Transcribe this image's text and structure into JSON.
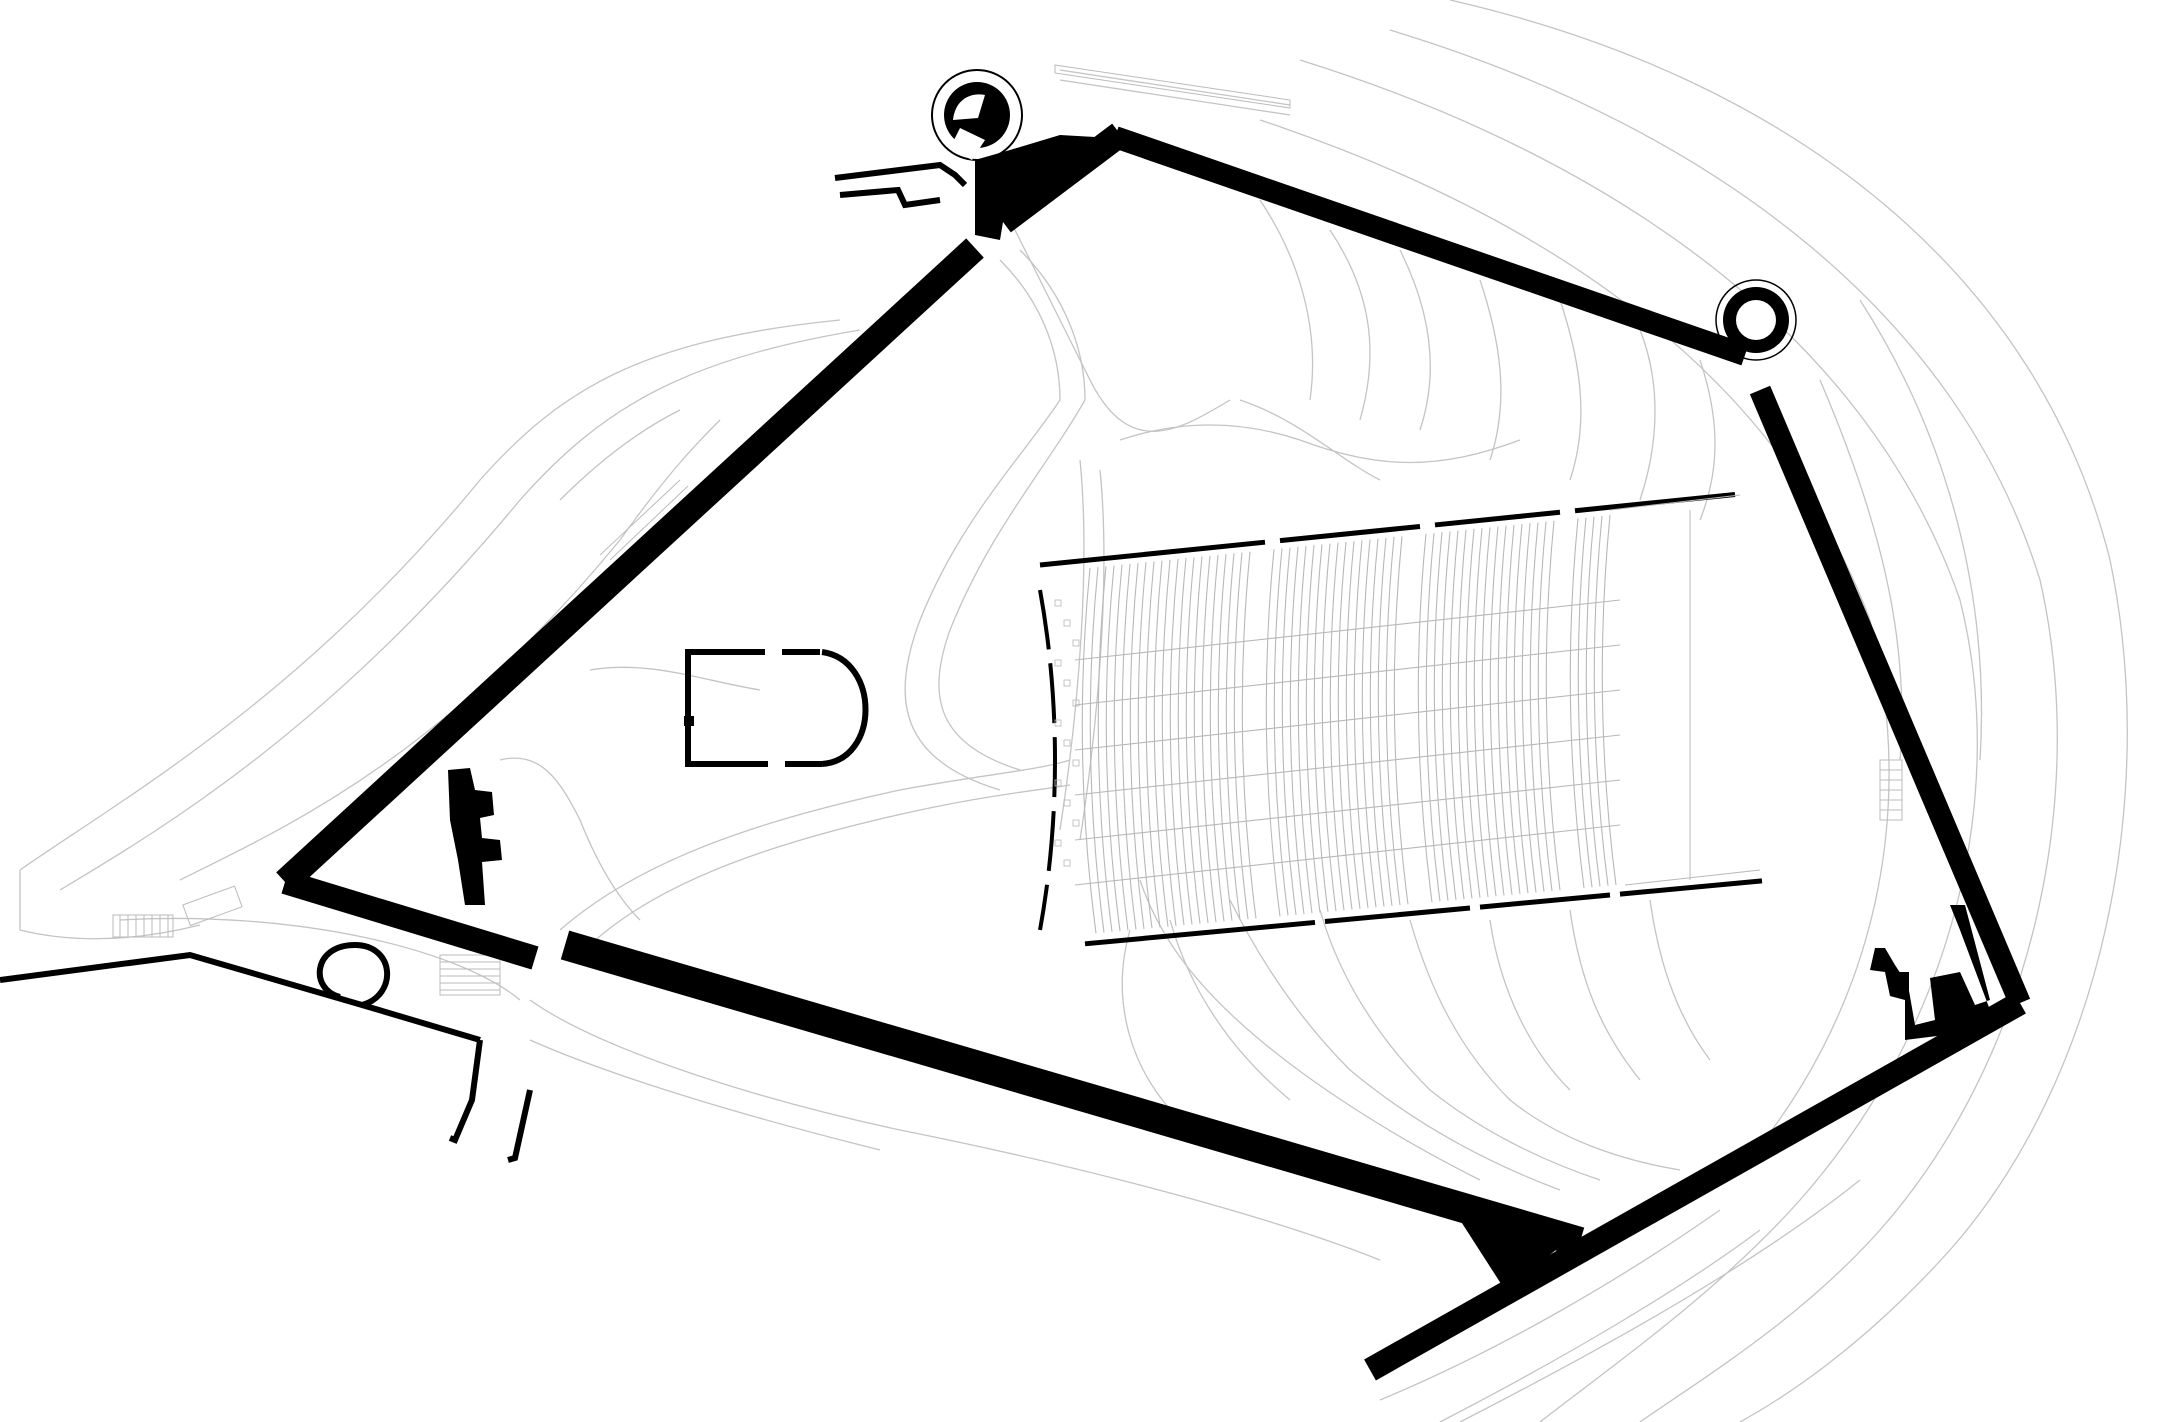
{
  "plan": {
    "style": {
      "background": "#ffffff",
      "wall_color": "#000000",
      "contour_color": "#c4c4c4",
      "seating_color": "#b8b8b8"
    },
    "features": [
      "fortress-walls",
      "north-tower",
      "east-tower",
      "west-gate-tower",
      "chapel",
      "amphitheatre-seating",
      "contour-lines",
      "footpaths",
      "stairs"
    ]
  }
}
